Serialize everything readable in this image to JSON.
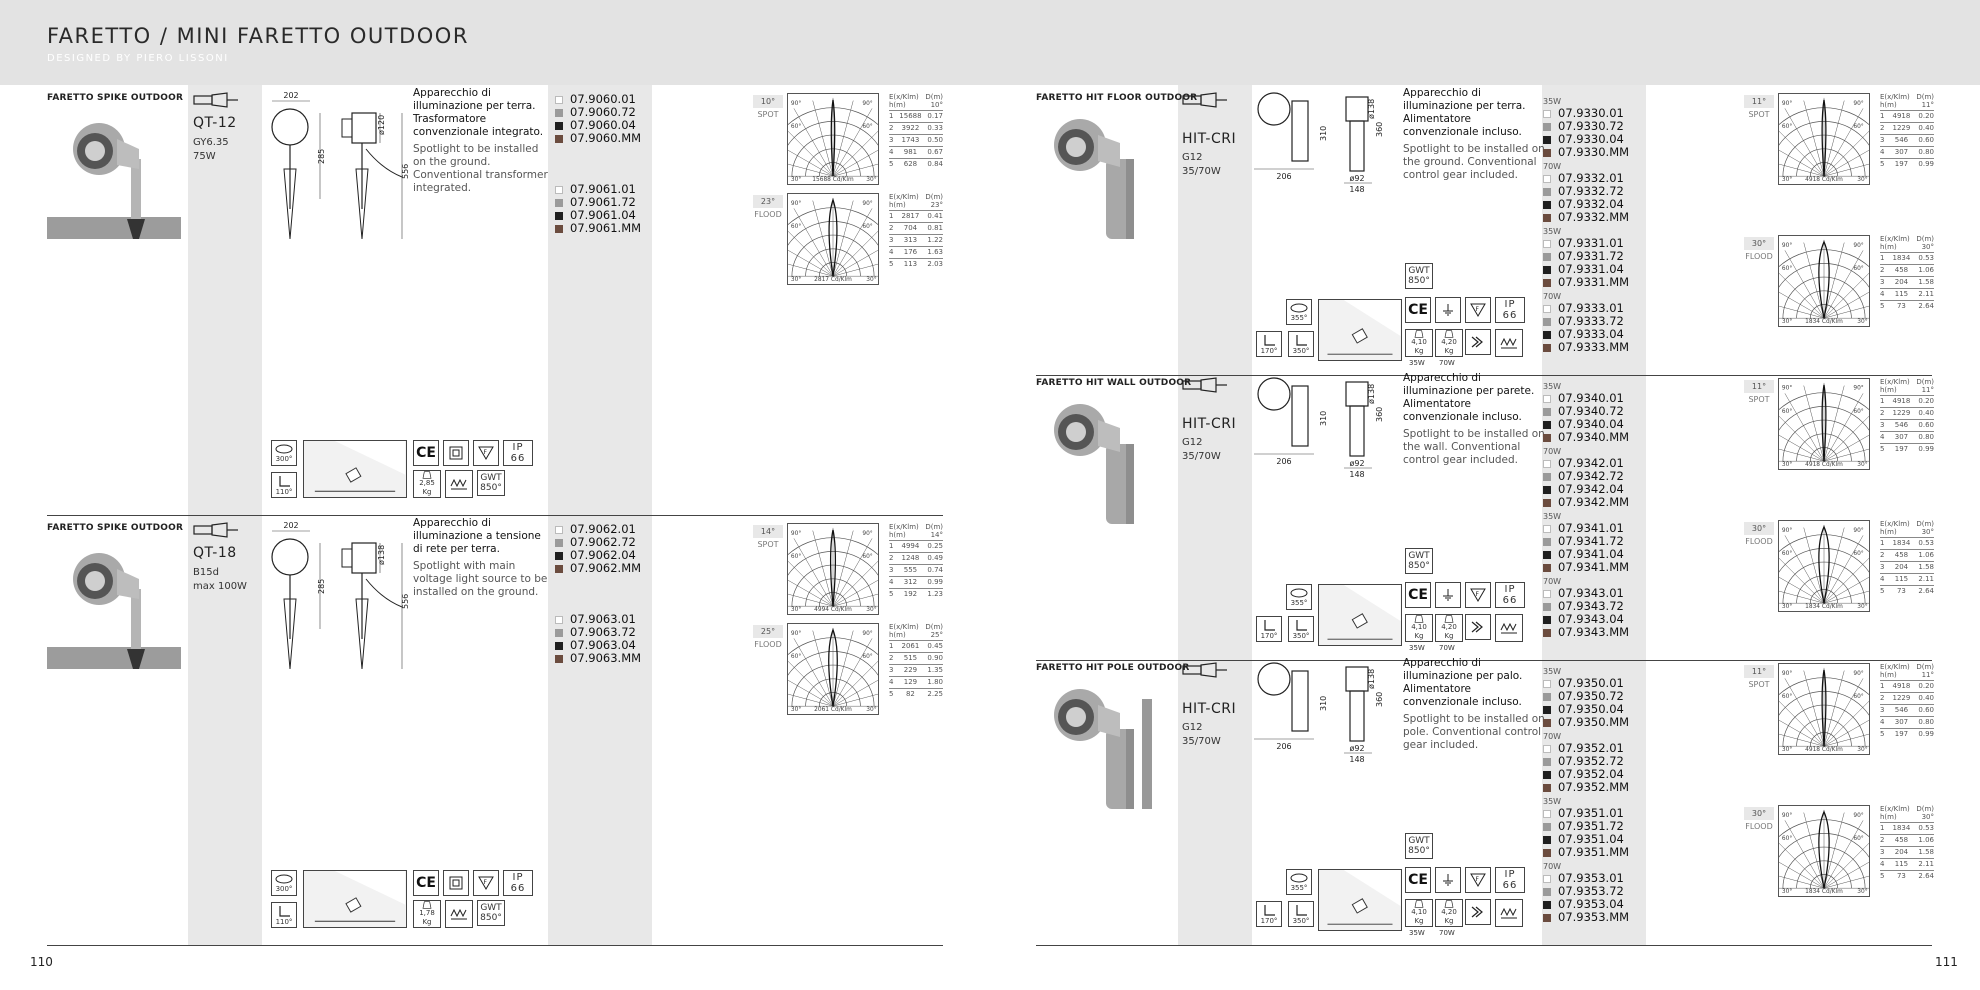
{
  "header": {
    "title": "FARETTO / MINI FARETTO OUTDOOR",
    "subtitle": "DESIGNED BY PIERO LISSONI"
  },
  "page_left": "110",
  "page_right": "111",
  "colors": {
    "white": "#ffffff",
    "grey": "#9a9a9a",
    "black": "#1f1f1f",
    "mocha": "#6b4c3f"
  },
  "spike": [
    {
      "name": "FARETTO SPIKE OUTDOOR",
      "lamp": "QT-12",
      "sub1": "GY6.35",
      "sub2": "75W",
      "dim_w": "202",
      "dim_h": "285",
      "dim_d": "ø120",
      "dim_t": "556",
      "desc_it": "Apparecchio di illuminazione per terra. Trasformatore convenzionale integrato.",
      "desc_en": "Spotlight to be installed on the ground. Conventional transformer integrated.",
      "groups": [
        [
          "07.9060.01",
          "07.9060.72",
          "07.9060.04",
          "07.9060.MM"
        ],
        [
          "07.9061.01",
          "07.9061.72",
          "07.9061.04",
          "07.9061.MM"
        ]
      ],
      "beams": [
        {
          "deg": "10°",
          "type": "SPOT",
          "cd": "15688 Cd/Klm",
          "ang": "10°",
          "rows": [
            [
              "1",
              "15688",
              "0.17"
            ],
            [
              "2",
              "3922",
              "0.33"
            ],
            [
              "3",
              "1743",
              "0.50"
            ],
            [
              "4",
              "981",
              "0.67"
            ],
            [
              "5",
              "628",
              "0.84"
            ]
          ]
        },
        {
          "deg": "23°",
          "type": "FLOOD",
          "cd": "2817 Cd/Klm",
          "ang": "23°",
          "rows": [
            [
              "1",
              "2817",
              "0.41"
            ],
            [
              "2",
              "704",
              "0.81"
            ],
            [
              "3",
              "313",
              "1.22"
            ],
            [
              "4",
              "176",
              "1.63"
            ],
            [
              "5",
              "113",
              "2.03"
            ]
          ]
        }
      ],
      "rot": "300°",
      "tilt": "110°",
      "weight": "2,85 Kg",
      "ce": "CE",
      "ip": "IP",
      "ipv": "66",
      "gwt": "GWT",
      "gwtv": "850°"
    },
    {
      "name": "FARETTO SPIKE OUTDOOR",
      "lamp": "QT-18",
      "sub1": "B15d",
      "sub2": "max 100W",
      "dim_w": "202",
      "dim_h": "285",
      "dim_d": "ø138",
      "dim_t": "556",
      "desc_it": "Apparecchio di illuminazione a tensione di rete per terra.",
      "desc_en": "Spotlight with main voltage light source to be installed on the ground.",
      "groups": [
        [
          "07.9062.01",
          "07.9062.72",
          "07.9062.04",
          "07.9062.MM"
        ],
        [
          "07.9063.01",
          "07.9063.72",
          "07.9063.04",
          "07.9063.MM"
        ]
      ],
      "beams": [
        {
          "deg": "14°",
          "type": "SPOT",
          "cd": "4994 Cd/Klm",
          "ang": "14°",
          "rows": [
            [
              "1",
              "4994",
              "0.25"
            ],
            [
              "2",
              "1248",
              "0.49"
            ],
            [
              "3",
              "555",
              "0.74"
            ],
            [
              "4",
              "312",
              "0.99"
            ],
            [
              "5",
              "192",
              "1.23"
            ]
          ]
        },
        {
          "deg": "25°",
          "type": "FLOOD",
          "cd": "2061 Cd/Klm",
          "ang": "25°",
          "rows": [
            [
              "1",
              "2061",
              "0.45"
            ],
            [
              "2",
              "515",
              "0.90"
            ],
            [
              "3",
              "229",
              "1.35"
            ],
            [
              "4",
              "129",
              "1.80"
            ],
            [
              "5",
              "82",
              "2.25"
            ]
          ]
        }
      ],
      "rot": "300°",
      "tilt": "110°",
      "weight": "1,78 Kg",
      "ce": "CE",
      "ip": "IP",
      "ipv": "66",
      "gwt": "GWT",
      "gwtv": "850°"
    }
  ],
  "hit": [
    {
      "name": "FARETTO HIT FLOOR OUTDOOR",
      "lamp": "HIT-CRI",
      "sub1": "G12",
      "sub2": "35/70W",
      "dim_a": "206",
      "dim_b": "310",
      "dim_c": "360",
      "dim_d": "ø138",
      "dim_e": "ø92",
      "dim_f": "148",
      "desc_it": "Apparecchio di illuminazione per terra. Alimentatore convenzionale incluso.",
      "desc_en": "Spotlight to be installed on the ground. Conventional control gear included.",
      "groups": [
        {
          "w": "35W",
          "c": [
            "07.9330.01",
            "07.9330.72",
            "07.9330.04",
            "07.9330.MM"
          ]
        },
        {
          "w": "70W",
          "c": [
            "07.9332.01",
            "07.9332.72",
            "07.9332.04",
            "07.9332.MM"
          ]
        },
        {
          "w": "35W",
          "c": [
            "07.9331.01",
            "07.9331.72",
            "07.9331.04",
            "07.9331.MM"
          ]
        },
        {
          "w": "70W",
          "c": [
            "07.9333.01",
            "07.9333.72",
            "07.9333.04",
            "07.9333.MM"
          ]
        }
      ],
      "beams": [
        {
          "deg": "11°",
          "type": "SPOT",
          "cd": "4918 Cd/Klm",
          "ang": "11°",
          "rows": [
            [
              "1",
              "4918",
              "0.20"
            ],
            [
              "2",
              "1229",
              "0.40"
            ],
            [
              "3",
              "546",
              "0.60"
            ],
            [
              "4",
              "307",
              "0.80"
            ],
            [
              "5",
              "197",
              "0.99"
            ]
          ]
        },
        {
          "deg": "30°",
          "type": "FLOOD",
          "cd": "1834 Cd/Klm",
          "ang": "30°",
          "rows": [
            [
              "1",
              "1834",
              "0.53"
            ],
            [
              "2",
              "458",
              "1.06"
            ],
            [
              "3",
              "204",
              "1.58"
            ],
            [
              "4",
              "115",
              "2.11"
            ],
            [
              "5",
              "73",
              "2.64"
            ]
          ]
        }
      ],
      "rot": "355°",
      "tilt1": "170°",
      "tilt2": "350°",
      "w1": "4,10 Kg",
      "w2": "4,20 Kg",
      "w1l": "35W",
      "w2l": "70W"
    },
    {
      "name": "FARETTO HIT WALL OUTDOOR",
      "lamp": "HIT-CRI",
      "sub1": "G12",
      "sub2": "35/70W",
      "dim_a": "206",
      "dim_b": "310",
      "dim_c": "360",
      "dim_d": "ø138",
      "dim_e": "ø92",
      "dim_f": "148",
      "desc_it": "Apparecchio di illuminazione per parete. Alimentatore convenzionale incluso.",
      "desc_en": "Spotlight to be installed on the wall. Conventional control gear included.",
      "groups": [
        {
          "w": "35W",
          "c": [
            "07.9340.01",
            "07.9340.72",
            "07.9340.04",
            "07.9340.MM"
          ]
        },
        {
          "w": "70W",
          "c": [
            "07.9342.01",
            "07.9342.72",
            "07.9342.04",
            "07.9342.MM"
          ]
        },
        {
          "w": "35W",
          "c": [
            "07.9341.01",
            "07.9341.72",
            "07.9341.04",
            "07.9341.MM"
          ]
        },
        {
          "w": "70W",
          "c": [
            "07.9343.01",
            "07.9343.72",
            "07.9343.04",
            "07.9343.MM"
          ]
        }
      ],
      "beams": [
        {
          "deg": "11°",
          "type": "SPOT",
          "cd": "4918 Cd/Klm",
          "ang": "11°",
          "rows": [
            [
              "1",
              "4918",
              "0.20"
            ],
            [
              "2",
              "1229",
              "0.40"
            ],
            [
              "3",
              "546",
              "0.60"
            ],
            [
              "4",
              "307",
              "0.80"
            ],
            [
              "5",
              "197",
              "0.99"
            ]
          ]
        },
        {
          "deg": "30°",
          "type": "FLOOD",
          "cd": "1834 Cd/Klm",
          "ang": "30°",
          "rows": [
            [
              "1",
              "1834",
              "0.53"
            ],
            [
              "2",
              "458",
              "1.06"
            ],
            [
              "3",
              "204",
              "1.58"
            ],
            [
              "4",
              "115",
              "2.11"
            ],
            [
              "5",
              "73",
              "2.64"
            ]
          ]
        }
      ],
      "rot": "355°",
      "tilt1": "170°",
      "tilt2": "350°",
      "w1": "4,10 Kg",
      "w2": "4,20 Kg",
      "w1l": "35W",
      "w2l": "70W"
    },
    {
      "name": "FARETTO HIT POLE OUTDOOR",
      "lamp": "HIT-CRI",
      "sub1": "G12",
      "sub2": "35/70W",
      "dim_a": "206",
      "dim_b": "310",
      "dim_c": "360",
      "dim_d": "ø138",
      "dim_e": "ø92",
      "dim_f": "148",
      "desc_it": "Apparecchio di illuminazione per palo. Alimentatore convenzionale incluso.",
      "desc_en": "Spotlight to be installed on pole. Conventional control gear included.",
      "groups": [
        {
          "w": "35W",
          "c": [
            "07.9350.01",
            "07.9350.72",
            "07.9350.04",
            "07.9350.MM"
          ]
        },
        {
          "w": "70W",
          "c": [
            "07.9352.01",
            "07.9352.72",
            "07.9352.04",
            "07.9352.MM"
          ]
        },
        {
          "w": "35W",
          "c": [
            "07.9351.01",
            "07.9351.72",
            "07.9351.04",
            "07.9351.MM"
          ]
        },
        {
          "w": "70W",
          "c": [
            "07.9353.01",
            "07.9353.72",
            "07.9353.04",
            "07.9353.MM"
          ]
        }
      ],
      "beams": [
        {
          "deg": "11°",
          "type": "SPOT",
          "cd": "4918 Cd/Klm",
          "ang": "11°",
          "rows": [
            [
              "1",
              "4918",
              "0.20"
            ],
            [
              "2",
              "1229",
              "0.40"
            ],
            [
              "3",
              "546",
              "0.60"
            ],
            [
              "4",
              "307",
              "0.80"
            ],
            [
              "5",
              "197",
              "0.99"
            ]
          ]
        },
        {
          "deg": "30°",
          "type": "FLOOD",
          "cd": "1834 Cd/Klm",
          "ang": "30°",
          "rows": [
            [
              "1",
              "1834",
              "0.53"
            ],
            [
              "2",
              "458",
              "1.06"
            ],
            [
              "3",
              "204",
              "1.58"
            ],
            [
              "4",
              "115",
              "2.11"
            ],
            [
              "5",
              "73",
              "2.64"
            ]
          ]
        }
      ],
      "rot": "355°",
      "tilt1": "170°",
      "tilt2": "350°",
      "w1": "4,10 Kg",
      "w2": "4,20 Kg",
      "w1l": "35W",
      "w2l": "70W"
    }
  ],
  "photom_head": {
    "e": "E(x/Klm)",
    "d": "D(m)",
    "h": "h(m)"
  },
  "polar_labels": {
    "a90": "90°",
    "a60": "60°",
    "a30": "30°"
  },
  "icons": {
    "ce": "CE",
    "ip": "IP",
    "ipv": "66",
    "gwt": "GWT",
    "gwtv": "850°"
  }
}
